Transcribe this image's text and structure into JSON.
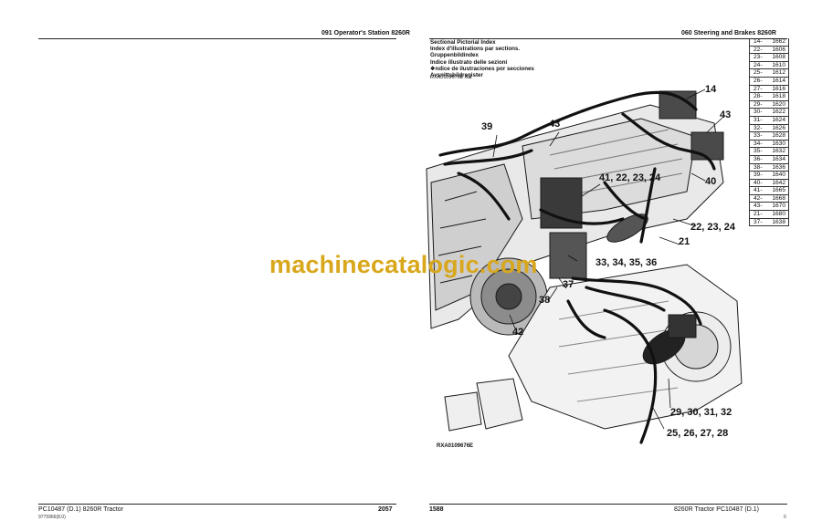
{
  "left_page": {
    "header": "091 Operator's Station 8260R",
    "footer_left": "PC10487   (D.1)   8260R Tractor",
    "footer_small": "9775966(8.0)",
    "page_number": "2057"
  },
  "right_page": {
    "header": "060 Steering and Brakes 8260R",
    "index_lines": [
      "Sectional Pictorial Index",
      "Index d'illustrations par sections.",
      "Gruppenbildindex",
      "Indice illustrato delle sezioni",
      "❖ndice de ilustraciones por secciones",
      "Avsnittsbildregister"
    ],
    "figure_ref": "RXA0109676E A.1",
    "figure_caption": "RXA0109676E",
    "page_number": "1588",
    "footer_right": "8260R Tractor   PC10487   (D.1)",
    "footer_small": "0"
  },
  "callout_table": [
    {
      "key": "14-",
      "value": "1662"
    },
    {
      "key": "22-",
      "value": "1606"
    },
    {
      "key": "23-",
      "value": "1608"
    },
    {
      "key": "24-",
      "value": "1610"
    },
    {
      "key": "25-",
      "value": "1612"
    },
    {
      "key": "26-",
      "value": "1614"
    },
    {
      "key": "27-",
      "value": "1616"
    },
    {
      "key": "28-",
      "value": "1618"
    },
    {
      "key": "29-",
      "value": "1620"
    },
    {
      "key": "30-",
      "value": "1622"
    },
    {
      "key": "31-",
      "value": "1624"
    },
    {
      "key": "32-",
      "value": "1626"
    },
    {
      "key": "33-",
      "value": "1628"
    },
    {
      "key": "34-",
      "value": "1630"
    },
    {
      "key": "35-",
      "value": "1632"
    },
    {
      "key": "36-",
      "value": "1634"
    },
    {
      "key": "38-",
      "value": "1636"
    },
    {
      "key": "39-",
      "value": "1640"
    },
    {
      "key": "40-",
      "value": "1642"
    },
    {
      "key": "41-",
      "value": "1665"
    },
    {
      "key": "42-",
      "value": "1668"
    },
    {
      "key": "43-",
      "value": "1670"
    },
    {
      "key": "21-",
      "value": "1680"
    },
    {
      "key": "37-",
      "value": "1638"
    }
  ],
  "callouts": {
    "c14": "14",
    "c43a": "43",
    "c43b": "43",
    "c39": "39",
    "c41": "41, 22, 23, 24",
    "c40": "40",
    "c22": "22, 23, 24",
    "c21": "21",
    "c33": "33, 34, 35, 36",
    "c37": "37",
    "c38": "38",
    "c42": "42",
    "c29": "29, 30, 31, 32",
    "c25": "25, 26, 27, 28"
  },
  "watermark": "machinecatalogic.com"
}
